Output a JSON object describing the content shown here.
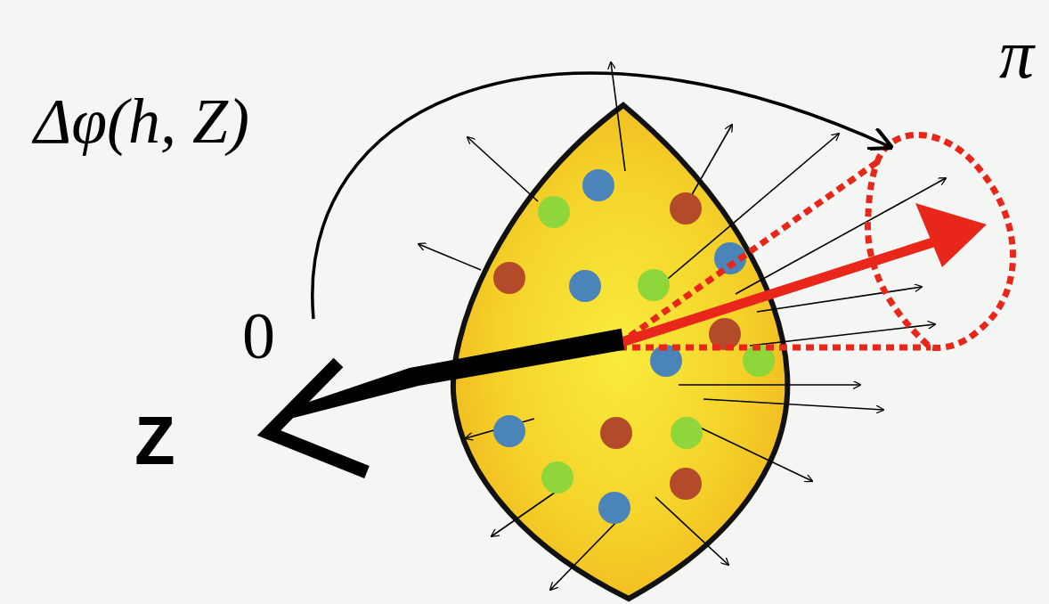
{
  "diagram": {
    "labels": [
      "Δφ(h, Z)",
      "π",
      "0",
      "Z"
    ]
  }
}
